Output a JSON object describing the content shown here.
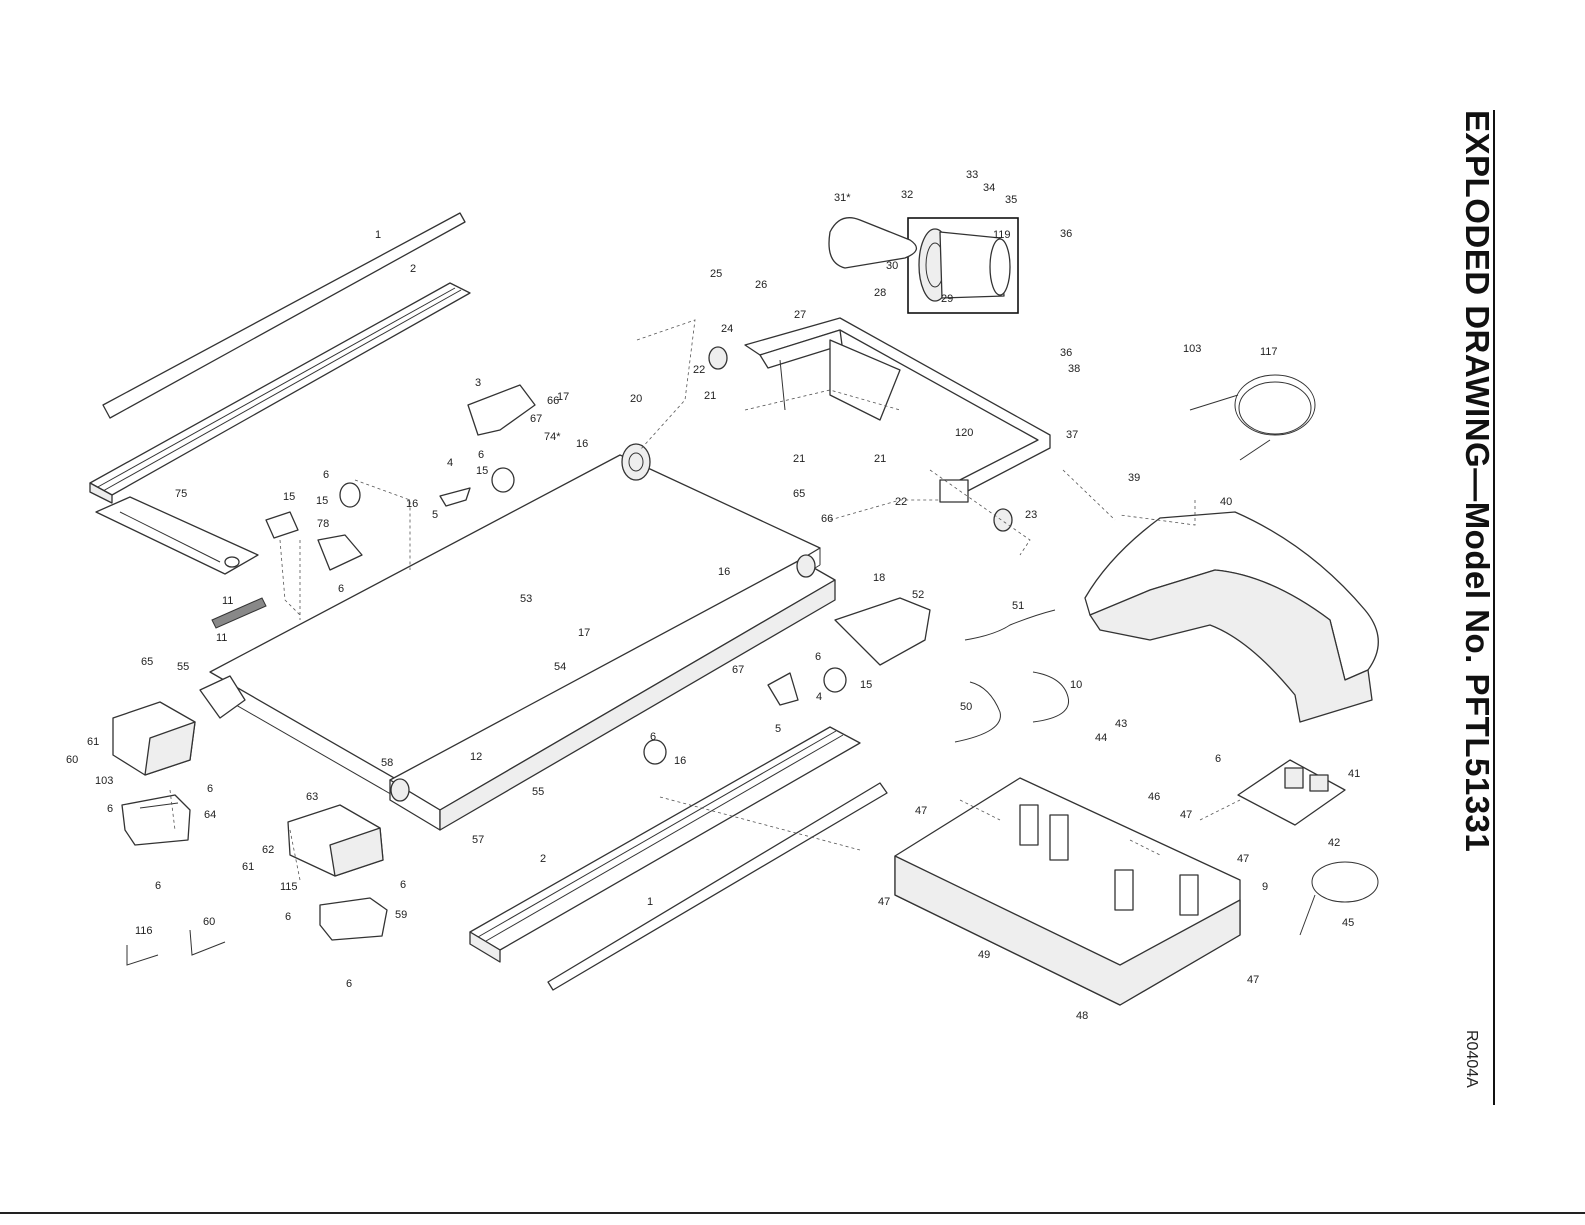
{
  "page": {
    "title": "EXPLODED DRAWING—Model No. PFTL51331",
    "drawing_code": "R0404A"
  },
  "callouts": [
    "1",
    "1",
    "2",
    "2",
    "3",
    "4",
    "4",
    "5",
    "5",
    "6",
    "6",
    "6",
    "6",
    "6",
    "6",
    "6",
    "6",
    "6",
    "6",
    "6",
    "6",
    "9",
    "10",
    "11",
    "11",
    "12",
    "15",
    "15",
    "15",
    "15",
    "16",
    "16",
    "16",
    "16",
    "17",
    "17",
    "18",
    "20",
    "21",
    "21",
    "21",
    "22",
    "22",
    "23",
    "24",
    "25",
    "26",
    "27",
    "28",
    "29",
    "30",
    "31*",
    "32",
    "33",
    "34",
    "35",
    "36",
    "36",
    "37",
    "38",
    "39",
    "40",
    "41",
    "42",
    "43",
    "44",
    "45",
    "46",
    "47",
    "47",
    "47",
    "47",
    "47",
    "48",
    "49",
    "50",
    "51",
    "52",
    "53",
    "54",
    "55",
    "55",
    "57",
    "58",
    "59",
    "60",
    "60",
    "61",
    "61",
    "62",
    "63",
    "64",
    "65",
    "65",
    "66",
    "66",
    "67",
    "67",
    "74*",
    "75",
    "78",
    "103",
    "103",
    "115",
    "116",
    "117",
    "119",
    "120"
  ]
}
